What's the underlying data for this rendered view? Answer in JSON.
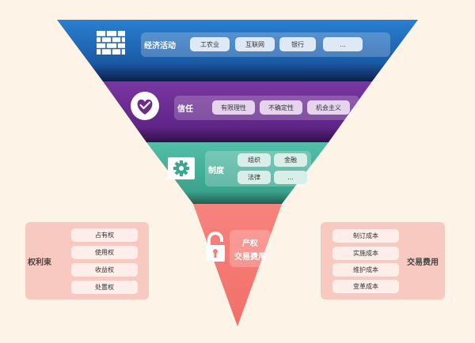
{
  "levels": [
    {
      "title": "经济活动",
      "icon": "brick-wall-icon",
      "color": "#1f63ad",
      "items": [
        "工农业",
        "互联网",
        "银行",
        "..."
      ]
    },
    {
      "title": "信任",
      "icon": "heart-icon",
      "color": "#6d2c8c",
      "items": [
        "有限理性",
        "不确定性",
        "机会主义"
      ]
    },
    {
      "title": "制度",
      "icon": "gear-icon",
      "color": "#3aa88f",
      "items": [
        "组织",
        "金融",
        "法律",
        "..."
      ]
    },
    {
      "title_lines": [
        "产权",
        "交易费用"
      ],
      "icon": "lock-icon",
      "color": "#f47f78"
    }
  ],
  "left_panel": {
    "title": "权利束",
    "items": [
      "占有权",
      "使用权",
      "收益权",
      "处置权"
    ]
  },
  "right_panel": {
    "title": "交易费用",
    "items": [
      "制订成本",
      "实施成本",
      "维护成本",
      "变革成本"
    ]
  }
}
